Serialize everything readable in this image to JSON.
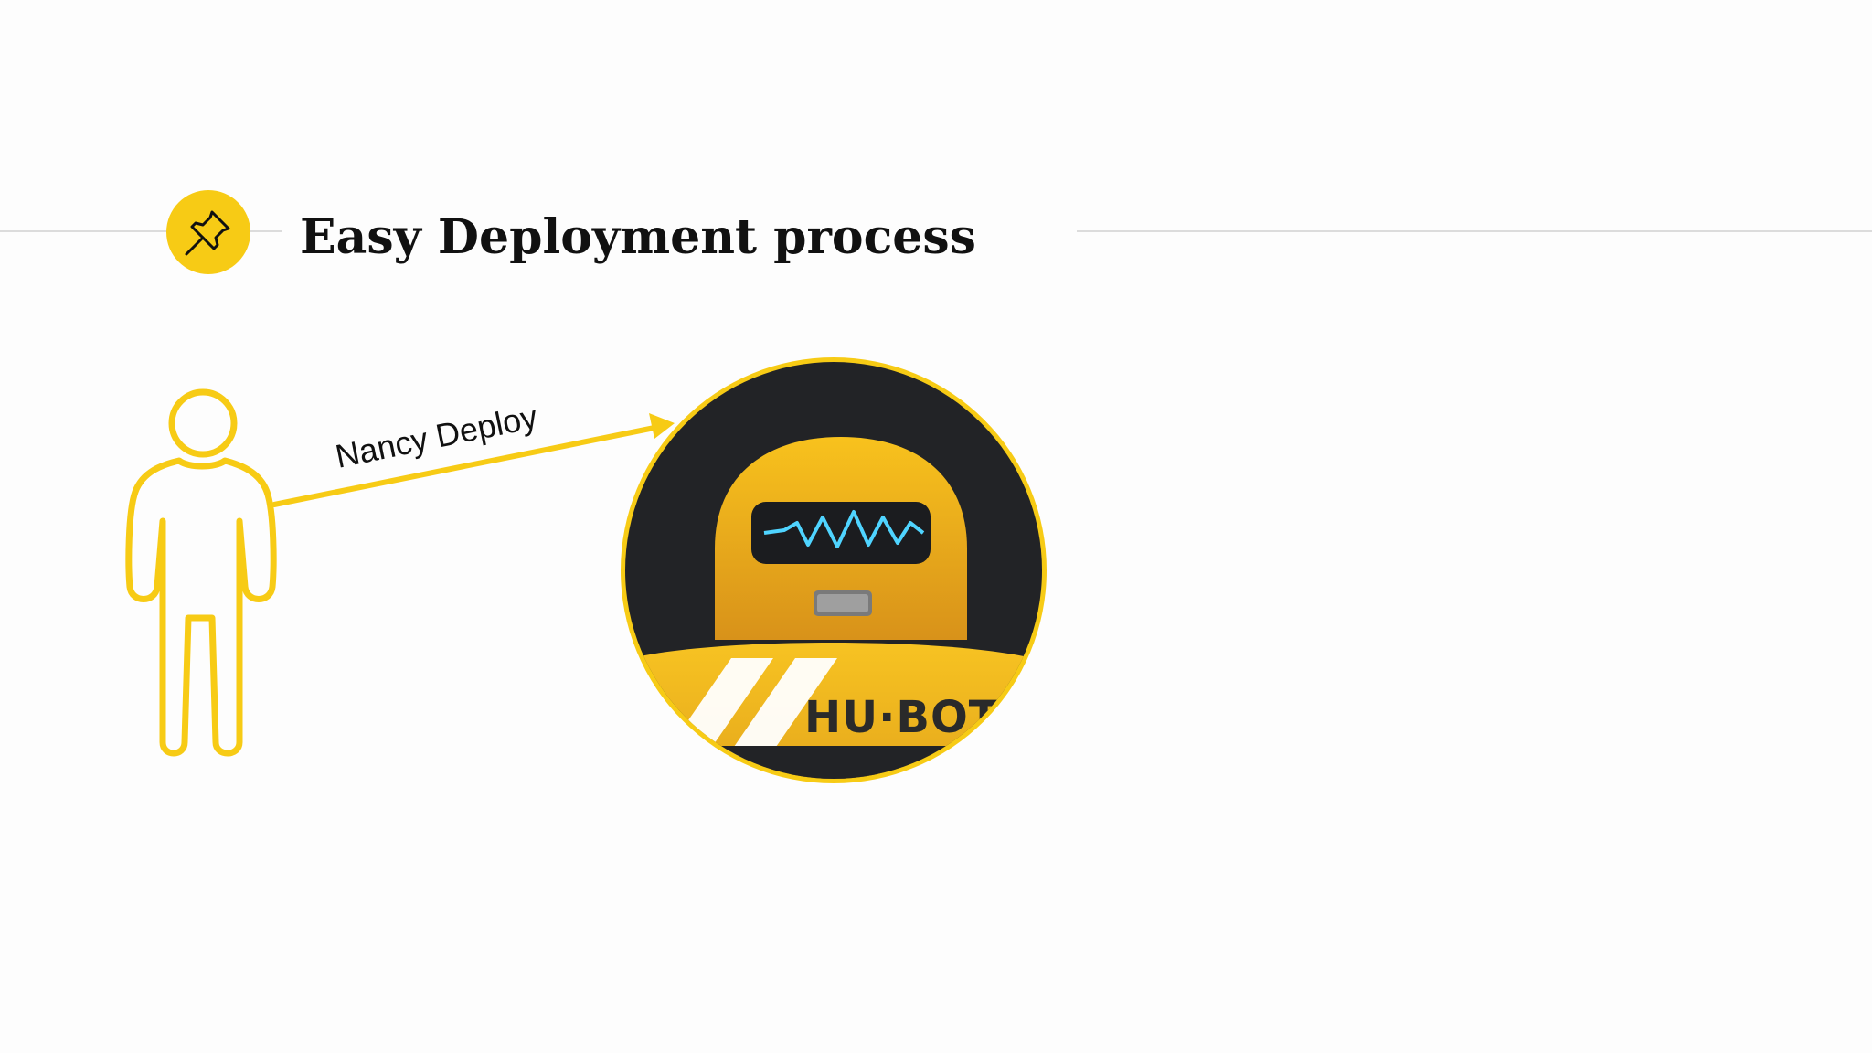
{
  "slide": {
    "title": "Easy Deployment process",
    "title_icon": "pushpin-icon",
    "accent_color": "#f7cb15"
  },
  "diagram": {
    "actor": {
      "icon": "person-outline-icon"
    },
    "edge": {
      "label": "Nancy Deploy",
      "from": "person",
      "to": "hubot"
    },
    "target": {
      "icon": "hubot-robot-icon",
      "label": "HU·BOT"
    }
  }
}
